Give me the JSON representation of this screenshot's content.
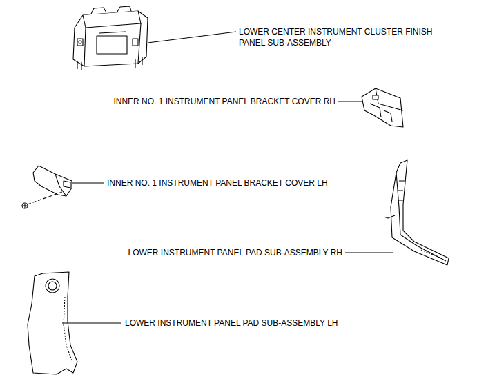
{
  "diagram": {
    "labels": [
      "LOWER CENTER INSTRUMENT CLUSTER FINISH PANEL SUB-ASSEMBLY",
      "INNER NO. 1 INSTRUMENT PANEL BRACKET COVER RH",
      "INNER NO. 1 INSTRUMENT PANEL BRACKET COVER LH",
      "LOWER INSTRUMENT PANEL PAD SUB-ASSEMBLY RH",
      "LOWER INSTRUMENT PANEL PAD SUB-ASSEMBLY LH"
    ]
  }
}
